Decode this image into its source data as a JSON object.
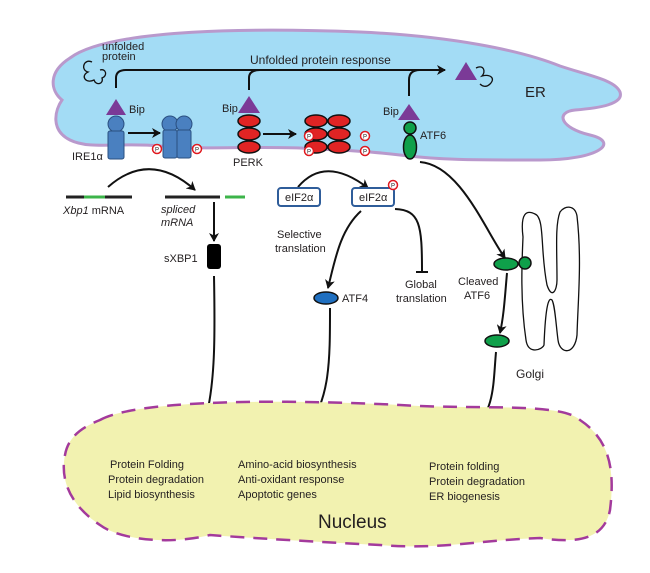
{
  "diagram": {
    "title": "Unfolded protein response signaling pathways",
    "compartments": {
      "er": {
        "label": "ER",
        "fill": "#a3dcf5",
        "stroke": "#b999cc"
      },
      "golgi": {
        "label": "Golgi"
      },
      "nucleus": {
        "label": "Nucleus",
        "fill": "#f2f2b0",
        "stroke": "#a33a9c"
      }
    },
    "er_labels": {
      "unfolded_protein_line1": "unfolded",
      "unfolded_protein_line2": "protein",
      "upr": "Unfolded protein response"
    },
    "sensors": {
      "ire1": {
        "label": "IRE1α",
        "bip": "Bip",
        "color": "#4a80c0"
      },
      "perk": {
        "label": "PERK",
        "bip": "Bip",
        "color": "#e02424"
      },
      "atf6": {
        "label": "ATF6",
        "bip": "Bip",
        "color": "#0fa04a"
      }
    },
    "phospho_label": "P",
    "ire1_branch": {
      "xbp1_mrna_italic": "Xbp1",
      "xbp1_mrna_suffix": " mRNA",
      "spliced_line1": "spliced",
      "spliced_line2": "mRNA",
      "sxbp1": "sXBP1"
    },
    "perk_branch": {
      "eif2a": "eIF2α",
      "eif2a_p": "eIF2α",
      "selective_line1": "Selective",
      "selective_line2": "translation",
      "global_line1": "Global",
      "global_line2": "translation",
      "atf4": "ATF4"
    },
    "atf6_branch": {
      "cleaved_line1": "Cleaved",
      "cleaved_line2": "ATF6"
    },
    "nucleus_targets": {
      "xbp1_targets": [
        "Protein Folding",
        "Protein degradation",
        "Lipid biosynthesis"
      ],
      "atf4_targets": [
        "Amino-acid biosynthesis",
        "Anti-oxidant response",
        "Apoptotic genes"
      ],
      "atf6_targets": [
        "Protein folding",
        "Protein degradation",
        "ER biogenesis"
      ]
    },
    "colors": {
      "bip": "#7b3a97",
      "green_exon": "#3cb44a",
      "eif2a_box": "#2f5d9a",
      "atf4": "#1f6fc0"
    }
  }
}
